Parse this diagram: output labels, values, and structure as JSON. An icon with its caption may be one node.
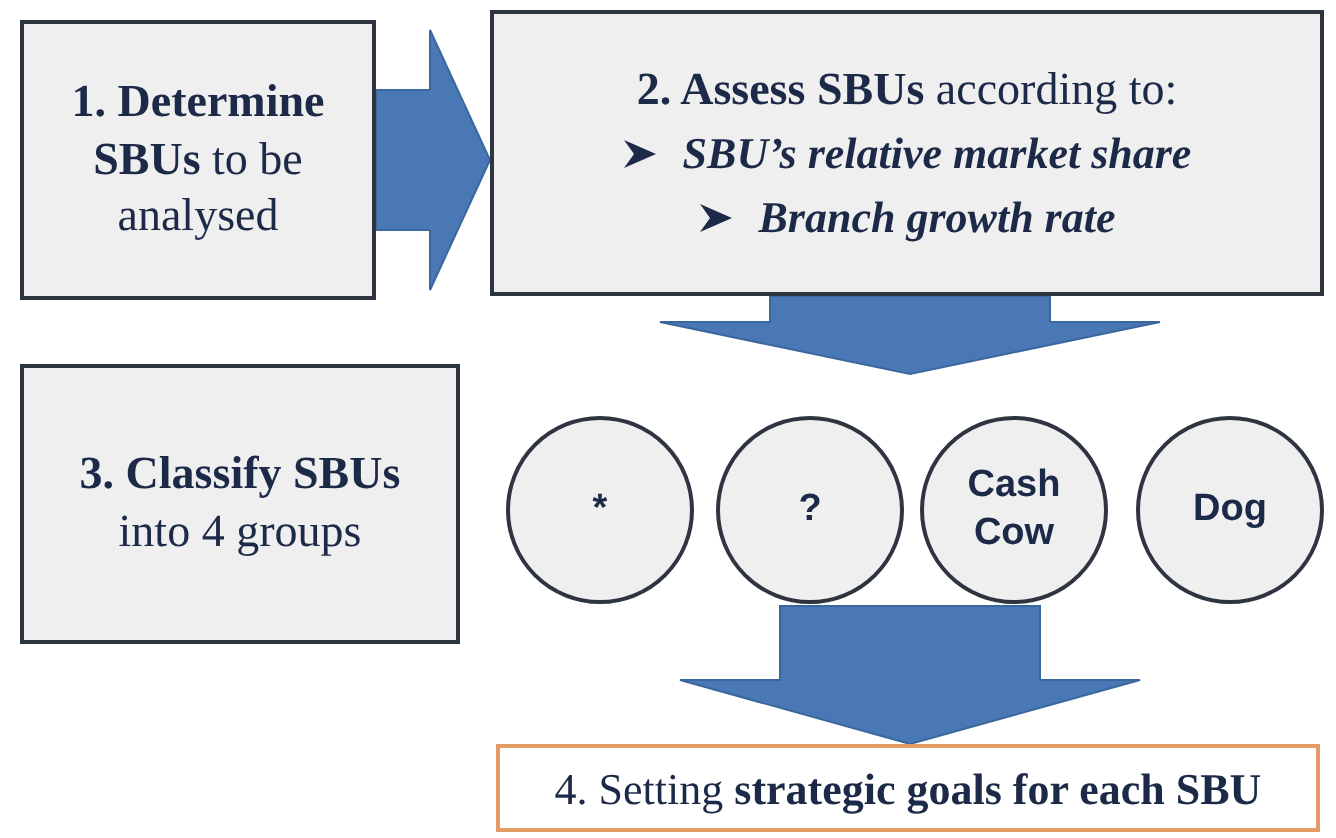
{
  "diagram": {
    "nodes": [
      {
        "text": [
          "**1. Determine SBUs** to be analysed"
        ]
      },
      {
        "text": [
          "**2. Assess SBUs** according to:",
          "SBU’s relative market share",
          "Branch growth rate"
        ]
      },
      {
        "text": [
          "**3. Classify SBUs** into 4 groups"
        ]
      },
      {
        "text": [
          "*"
        ]
      },
      {
        "text": [
          "?"
        ]
      },
      {
        "text": [
          "Cash Cow"
        ]
      },
      {
        "text": [
          "Dog"
        ]
      },
      {
        "text": [
          "4. Setting **strategic goals for each SBU**"
        ]
      }
    ],
    "edges": [
      {
        "from": 0,
        "to": 1,
        "arrow": "to"
      },
      {
        "from": 1,
        "to": null,
        "arrow": "to"
      },
      {
        "from": null,
        "to": 7,
        "arrow": "to"
      }
    ]
  }
}
